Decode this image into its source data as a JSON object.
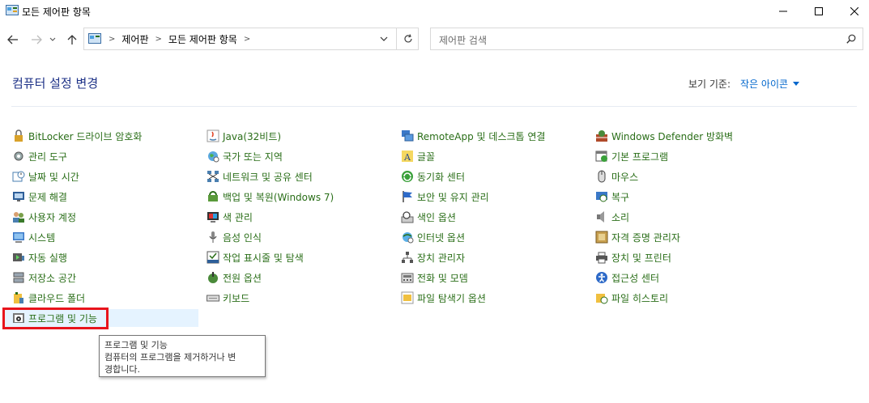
{
  "window": {
    "title": "모든 제어판 항목"
  },
  "address": {
    "crumbs": [
      "제어판",
      "모든 제어판 항목"
    ]
  },
  "search": {
    "placeholder": "제어판 검색"
  },
  "heading": "컴퓨터 설정 변경",
  "view_by": {
    "label": "보기 기준:",
    "value": "작은 아이콘"
  },
  "columns": [
    [
      {
        "label": "BitLocker 드라이브 암호화",
        "icon": "bitlocker-icon"
      },
      {
        "label": "관리 도구",
        "icon": "admin-tools-icon"
      },
      {
        "label": "날짜 및 시간",
        "icon": "datetime-icon"
      },
      {
        "label": "문제 해결",
        "icon": "troubleshoot-icon"
      },
      {
        "label": "사용자 계정",
        "icon": "users-icon"
      },
      {
        "label": "시스템",
        "icon": "system-icon"
      },
      {
        "label": "자동 실행",
        "icon": "autoplay-icon"
      },
      {
        "label": "저장소 공간",
        "icon": "storage-icon"
      },
      {
        "label": "클라우드 폴더",
        "icon": "cloud-folder-icon"
      },
      {
        "label": "프로그램 및 기능",
        "icon": "programs-icon"
      }
    ],
    [
      {
        "label": "Java(32비트)",
        "icon": "java-icon"
      },
      {
        "label": "국가 또는 지역",
        "icon": "region-icon"
      },
      {
        "label": "네트워크 및 공유 센터",
        "icon": "network-icon"
      },
      {
        "label": "백업 및 복원(Windows 7)",
        "icon": "backup-icon"
      },
      {
        "label": "색 관리",
        "icon": "color-icon"
      },
      {
        "label": "음성 인식",
        "icon": "microphone-icon"
      },
      {
        "label": "작업 표시줄 및 탐색",
        "icon": "taskbar-icon"
      },
      {
        "label": "전원 옵션",
        "icon": "power-icon"
      },
      {
        "label": "키보드",
        "icon": "keyboard-icon"
      }
    ],
    [
      {
        "label": "RemoteApp 및 데스크톱 연결",
        "icon": "remoteapp-icon"
      },
      {
        "label": "글꼴",
        "icon": "fonts-icon"
      },
      {
        "label": "동기화 센터",
        "icon": "sync-icon"
      },
      {
        "label": "보안 및 유지 관리",
        "icon": "flag-icon"
      },
      {
        "label": "색인 옵션",
        "icon": "indexing-icon"
      },
      {
        "label": "인터넷 옵션",
        "icon": "internet-icon"
      },
      {
        "label": "장치 관리자",
        "icon": "device-manager-icon"
      },
      {
        "label": "전화 및 모뎀",
        "icon": "phone-icon"
      },
      {
        "label": "파일 탐색기 옵션",
        "icon": "folder-options-icon"
      }
    ],
    [
      {
        "label": "Windows Defender 방화벽",
        "icon": "firewall-icon"
      },
      {
        "label": "기본 프로그램",
        "icon": "default-programs-icon"
      },
      {
        "label": "마우스",
        "icon": "mouse-icon"
      },
      {
        "label": "복구",
        "icon": "recovery-icon"
      },
      {
        "label": "소리",
        "icon": "sound-icon"
      },
      {
        "label": "자격 증명 관리자",
        "icon": "credential-icon"
      },
      {
        "label": "장치 및 프린터",
        "icon": "printer-icon"
      },
      {
        "label": "접근성 센터",
        "icon": "accessibility-icon"
      },
      {
        "label": "파일 히스토리",
        "icon": "file-history-icon"
      }
    ]
  ],
  "tooltip": {
    "line1": "프로그램 및 기능",
    "line2": "컴퓨터의 프로그램을 제거하거나 변",
    "line3": "경합니다."
  },
  "colors": {
    "link": "#2a6e18",
    "heading": "#1e3287",
    "highlight": "#e8141c",
    "hover": "#e5f3ff"
  }
}
